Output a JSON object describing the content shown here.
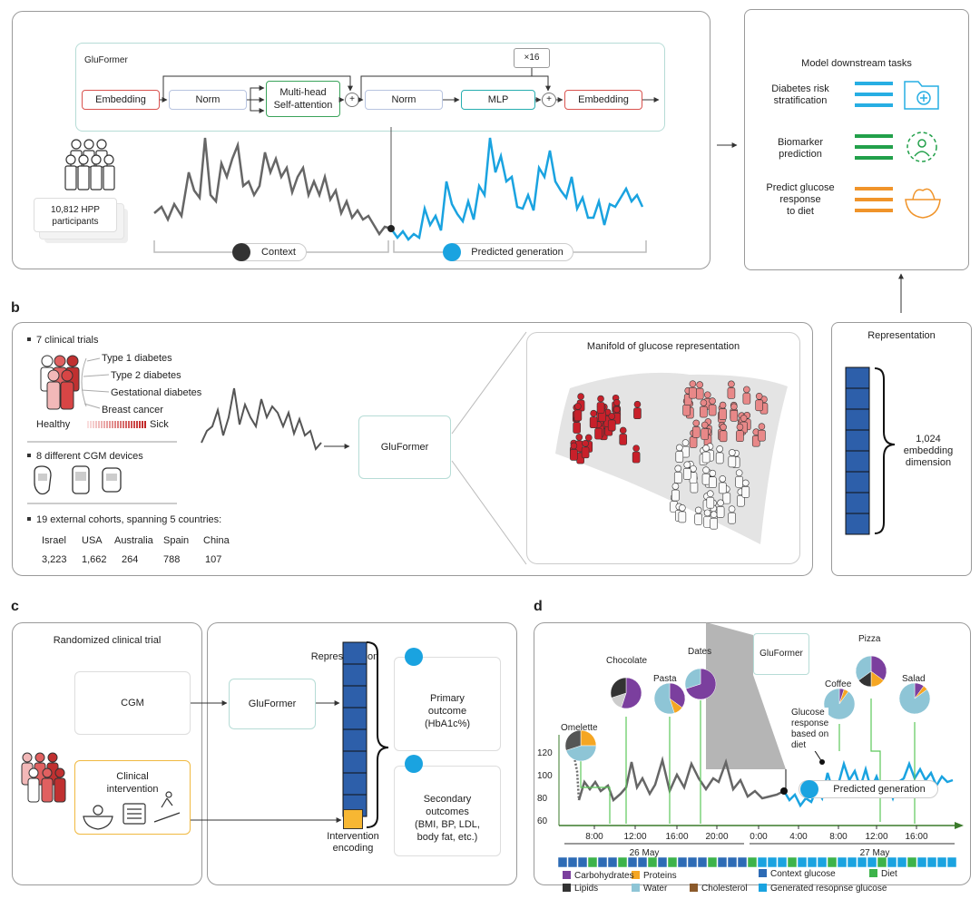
{
  "panels": {
    "b": "b",
    "c": "c",
    "d": "d"
  },
  "a": {
    "gluformer_title": "GluFormer",
    "repeat": "×16",
    "blocks": [
      "Embedding",
      "Norm",
      "Multi-head\nSelf-attention",
      "Norm",
      "MLP",
      "Embedding"
    ],
    "plus": "+",
    "participants": "10,812 HPP\nparticipants",
    "context_label": "Context",
    "predicted_label": "Predicted generation"
  },
  "downstream": {
    "title": "Model downstream tasks",
    "tasks": [
      {
        "label": "Diabetes risk\nstratification",
        "color": "#27aee3",
        "icon": "medical-folder-icon"
      },
      {
        "label": "Biomarker\nprediction",
        "color": "#22a04a",
        "icon": "person-target-icon"
      },
      {
        "label": "Predict glucose\nresponse\nto diet",
        "color": "#f0942a",
        "icon": "food-bowl-icon"
      }
    ]
  },
  "b": {
    "trials": "7 clinical trials",
    "conditions": [
      "Type 1 diabetes",
      "Type 2 diabetes",
      "Gestational diabetes",
      "Breast cancer"
    ],
    "healthy": "Healthy",
    "sick": "Sick",
    "devices": "8 different CGM devices",
    "cohorts": "19 external cohorts, spanning 5 countries:",
    "countries": [
      {
        "name": "Israel",
        "n": "3,223"
      },
      {
        "name": "USA",
        "n": "1,662"
      },
      {
        "name": "Australia",
        "n": "264"
      },
      {
        "name": "Spain",
        "n": "788"
      },
      {
        "name": "China",
        "n": "107"
      }
    ],
    "gluformer": "GluFormer",
    "manifold_title": "Manifold of glucose representation"
  },
  "representation": {
    "title": "Representation",
    "dim": "1,024\nembedding\ndimension"
  },
  "c": {
    "trial_title": "Randomized clinical trial",
    "cgm": "CGM",
    "intervention": "Clinical\nintervention",
    "gluformer": "GluFormer",
    "representation": "Representation",
    "intervention_encoding": "Intervention\nencoding",
    "primary": "Primary\noutcome\n(HbA1c%)",
    "secondary": "Secondary\noutcomes\n(BMI, BP, LDL,\nbody fat, etc.)"
  },
  "d": {
    "gluformer": "GluFormer",
    "glucose_note": "Glucose\nresponse\nbased on\ndiet",
    "predicted": "Predicted generation",
    "yticks": [
      "120",
      "100",
      "80",
      "60"
    ],
    "xticks": [
      "8:00",
      "12:00",
      "16:00",
      "20:00",
      "0:00",
      "4:00",
      "8:00",
      "12:00",
      "16:00"
    ],
    "dates": [
      "26 May",
      "27 May"
    ],
    "foods": [
      {
        "name": "Omelette",
        "slices": [
          0.25,
          0.45,
          0.3
        ],
        "colors": [
          "#f5a623",
          "#8ec5d6",
          "#555"
        ]
      },
      {
        "name": "Chocolate",
        "slices": [
          0.55,
          0.15,
          0.3
        ],
        "colors": [
          "#7b3f9e",
          "#ccc",
          "#333"
        ]
      },
      {
        "name": "Pasta",
        "slices": [
          0.35,
          0.1,
          0.55
        ],
        "colors": [
          "#7b3f9e",
          "#f5a623",
          "#8ec5d6"
        ]
      },
      {
        "name": "Dates",
        "slices": [
          0.7,
          0.3
        ],
        "colors": [
          "#7b3f9e",
          "#8ec5d6"
        ]
      },
      {
        "name": "Coffee",
        "slices": [
          0.05,
          0.05,
          0.9
        ],
        "colors": [
          "#7b3f9e",
          "#f5a623",
          "#8ec5d6"
        ]
      },
      {
        "name": "Pizza",
        "slices": [
          0.35,
          0.15,
          0.15,
          0.35
        ],
        "colors": [
          "#7b3f9e",
          "#f5a623",
          "#333",
          "#8ec5d6"
        ]
      },
      {
        "name": "Salad",
        "slices": [
          0.1,
          0.05,
          0.85
        ],
        "colors": [
          "#7b3f9e",
          "#f5a623",
          "#8ec5d6"
        ]
      }
    ],
    "legend": [
      {
        "label": "Carbohydrates",
        "color": "#7b3f9e"
      },
      {
        "label": "Proteins",
        "color": "#f5a623"
      },
      {
        "label": "Context glucose",
        "color": "#2d6bb5"
      },
      {
        "label": "Diet",
        "color": "#3db34a"
      },
      {
        "label": "Lipids",
        "color": "#333333"
      },
      {
        "label": "Water",
        "color": "#8ec5d6"
      },
      {
        "label": "Cholesterol",
        "color": "#8b5a2b"
      },
      {
        "label": "Generated resopnse glucose",
        "color": "#1aa3e0"
      }
    ]
  }
}
